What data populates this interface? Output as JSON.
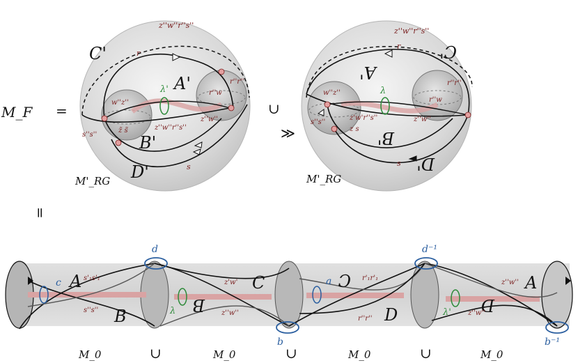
{
  "equation": {
    "lhs": "M_F",
    "equals": "=",
    "union": "∪",
    "approx": "≫",
    "vertical_equals": "="
  },
  "left_ball": {
    "label": "M'_RG",
    "top_arc": "z''w''r''s''",
    "curves": [
      "C'",
      "A'",
      "B'",
      "D'"
    ],
    "letters": [
      "r",
      "s",
      "λ'"
    ],
    "red_labels": [
      "z''w''r''s''",
      "z''w''",
      "r''w",
      "r''r''",
      "s''s''",
      "z̃ s̃",
      "w''z''"
    ]
  },
  "right_ball": {
    "label": "M'_RG",
    "top_arc": "z''w''r''s''",
    "curves": [
      "C'",
      "A'",
      "B'",
      "D'"
    ],
    "letters": [
      "r",
      "s",
      "λ"
    ],
    "red_labels": [
      "z'w'r''s''",
      "z''w''",
      "r''w",
      "r''r''",
      "s''s''",
      "z s",
      "w''z''"
    ]
  },
  "bottom": {
    "segments": [
      "M_0",
      "M_0",
      "M_0",
      "M_0"
    ],
    "unions": [
      "∪",
      "∪",
      "∪"
    ],
    "blue_labels": [
      "c",
      "d",
      "b",
      "a",
      "d⁻¹",
      "b⁻¹"
    ],
    "curve_letters": [
      "A",
      "B",
      "C",
      "B",
      "C",
      "D",
      "D",
      "A"
    ],
    "red_labels": [
      "s'₁s'₁",
      "s''s''",
      "z'w'",
      "z''w''",
      "r'₁r'₁",
      "r''r''",
      "z''w''",
      "z''w''"
    ],
    "green_labels": [
      "λ",
      "λ'"
    ]
  }
}
